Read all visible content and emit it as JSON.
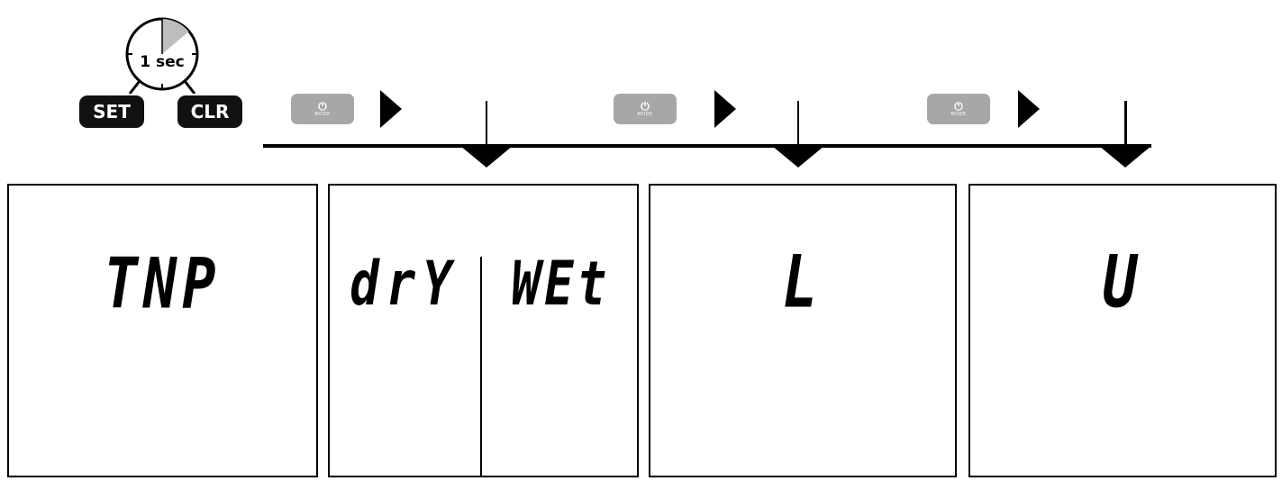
{
  "timer": {
    "label": "1 sec"
  },
  "keys": {
    "set_label": "SET",
    "clr_label": "CLR"
  },
  "mode_buttons": [
    {
      "power_symbol": "⏻",
      "label": "MODE"
    },
    {
      "power_symbol": "⏻",
      "label": "MODE"
    },
    {
      "power_symbol": "⏻",
      "label": "MODE"
    }
  ],
  "displays": {
    "first": "TNP",
    "second_left": "drY",
    "second_right": "WEt",
    "third": "L",
    "fourth": "U"
  },
  "colors": {
    "ink": "#000000",
    "button_gray": "#a7a7a7",
    "timer_fill": "#bdbdbd"
  }
}
